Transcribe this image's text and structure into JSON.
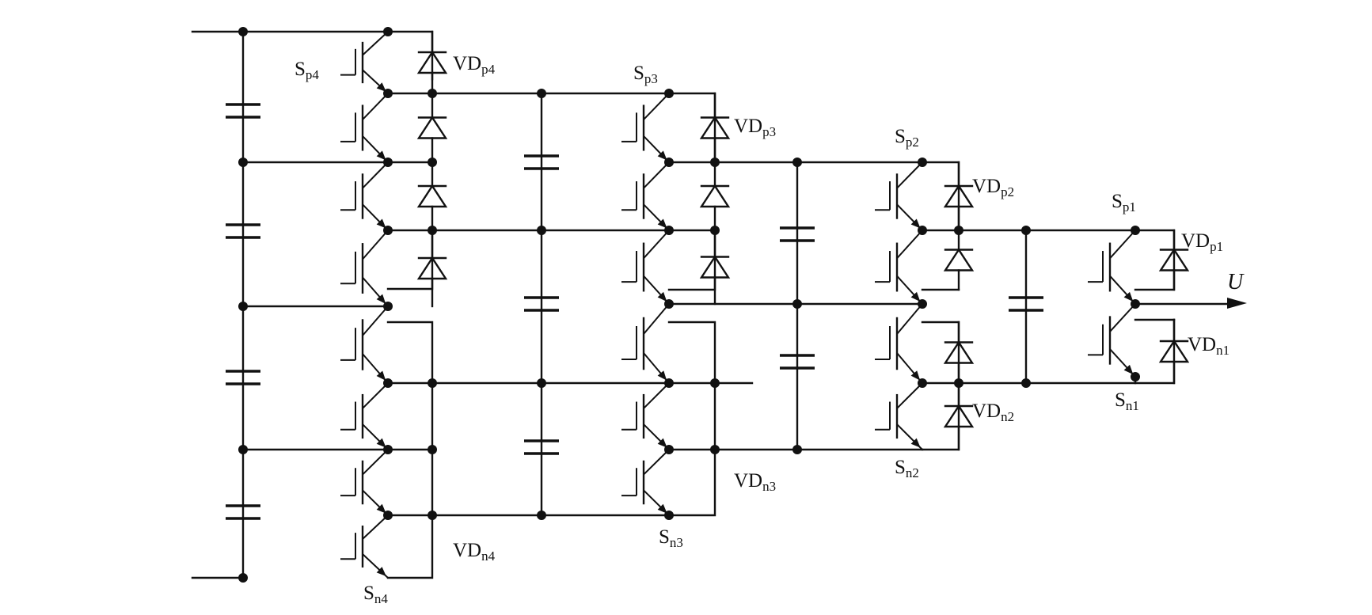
{
  "diagram": {
    "labels": {
      "sp4": {
        "main": "S",
        "sub": "p4"
      },
      "vdp4": {
        "main": "VD",
        "sub": "p4"
      },
      "sp3": {
        "main": "S",
        "sub": "p3"
      },
      "vdp3": {
        "main": "VD",
        "sub": "p3"
      },
      "sp2": {
        "main": "S",
        "sub": "p2"
      },
      "vdp2": {
        "main": "VD",
        "sub": "p2"
      },
      "sp1": {
        "main": "S",
        "sub": "p1"
      },
      "vdp1": {
        "main": "VD",
        "sub": "p1"
      },
      "vdn1": {
        "main": "VD",
        "sub": "n1"
      },
      "sn1": {
        "main": "S",
        "sub": "n1"
      },
      "vdn2": {
        "main": "VD",
        "sub": "n2"
      },
      "sn2": {
        "main": "S",
        "sub": "n2"
      },
      "vdn3": {
        "main": "VD",
        "sub": "n3"
      },
      "sn3": {
        "main": "S",
        "sub": "n3"
      },
      "vdn4": {
        "main": "VD",
        "sub": "n4"
      },
      "sn4": {
        "main": "S",
        "sub": "n4"
      },
      "output": "U"
    }
  }
}
